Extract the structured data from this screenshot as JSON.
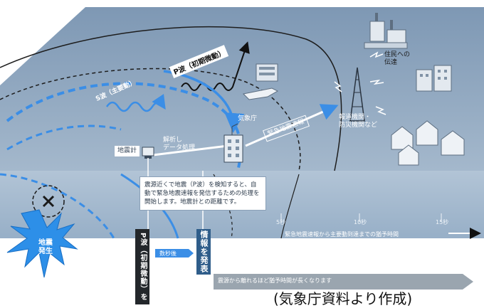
{
  "labels": {
    "s_wave": "S波（主要動）",
    "p_wave": "P波（初期微動）",
    "seismometer": "地震計",
    "data_processing": "解析し\nデータ処理",
    "jma": "気象庁",
    "eew_broadcast": "緊急地震速報",
    "broadcast_org": "報道機関・\n防災機関など",
    "residents": "住民への\n伝達",
    "note": "震源近くで地震（P波）を検知すると、自動で緊急地震速報を発信するための処理を開始します。地震計との距離です。",
    "quake_occurrence": "地震\n発生",
    "p_detect": "P波（初期微動）を観測",
    "several_sec": "数秒後",
    "announce": "情報を発表",
    "farther_note": "震源から離れるほど猶予時間が長くなります",
    "time_axis": "緊急地震速報から主要動到達までの猶予時間",
    "tick_5": "5秒",
    "tick_10": "10秒",
    "tick_15": "15秒",
    "credit": "(気象庁資料より作成)"
  },
  "colors": {
    "top_face": "#8fa6bf",
    "front_face": "#a7bdd3",
    "side_face": "#bccbdc",
    "wave_blue": "#3b8ee6",
    "burst": "#2d8fe8",
    "grey_bar": "#9aa5af"
  },
  "icons": [
    "epicenter-x-icon",
    "seismometer-icon",
    "jma-building-icon",
    "broadcast-tower-icon",
    "city-buildings-icon",
    "residents-houses-icon",
    "plane-airport-icon"
  ]
}
